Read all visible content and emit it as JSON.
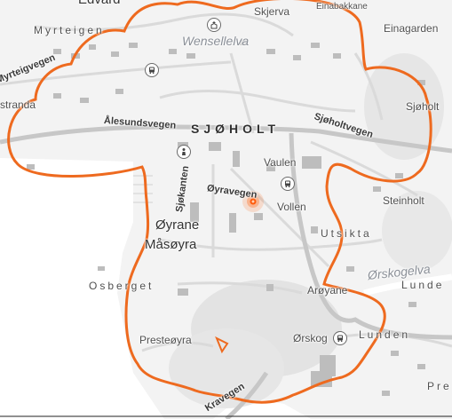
{
  "labels": {
    "edvard": "Edvard",
    "skjerva": "Skjerva",
    "einabakkane": "Einabakkane",
    "myrteigen": "Myrteigen",
    "wensellelva": "Wensellelva",
    "einagarden": "Einagarden",
    "myrteigvegen": "Myrteigvegen",
    "sjoholt_east": "Sjøholt",
    "stranda": "stranda",
    "alesundsvegen": "Ålesundsvegen",
    "sjoholt": "SJØHOLT",
    "sjoholtvegen": "Sjøholtvegen",
    "vaulen": "Vaulen",
    "sjokanten": "Sjøkanten",
    "oyravegen": "Øyravegen",
    "steinholt": "Steinholt",
    "vollen": "Vollen",
    "oyrane": "Øyrane",
    "utsikta": "Utsikta",
    "masoyra": "Måsøyra",
    "orskogelva": "Ørskogelva",
    "osberget": "Osberget",
    "lunde": "Lunde",
    "aroyane": "Arøyane",
    "presteoyra": "Presteøyra",
    "orskog": "Ørskog",
    "lunden": "Lunden",
    "kravegen": "Kravegen",
    "pre": "Pre"
  },
  "icons": {
    "bus_stop": "bus-icon",
    "church": "church-icon",
    "person": "person-icon",
    "location": "location-marker-icon",
    "waypoint": "waypoint-triangle-icon"
  },
  "colors": {
    "isochrone": "#ee6a1f",
    "marker": "#ff6a1a",
    "water": "#ffffff",
    "land": "#f3f3f3"
  }
}
